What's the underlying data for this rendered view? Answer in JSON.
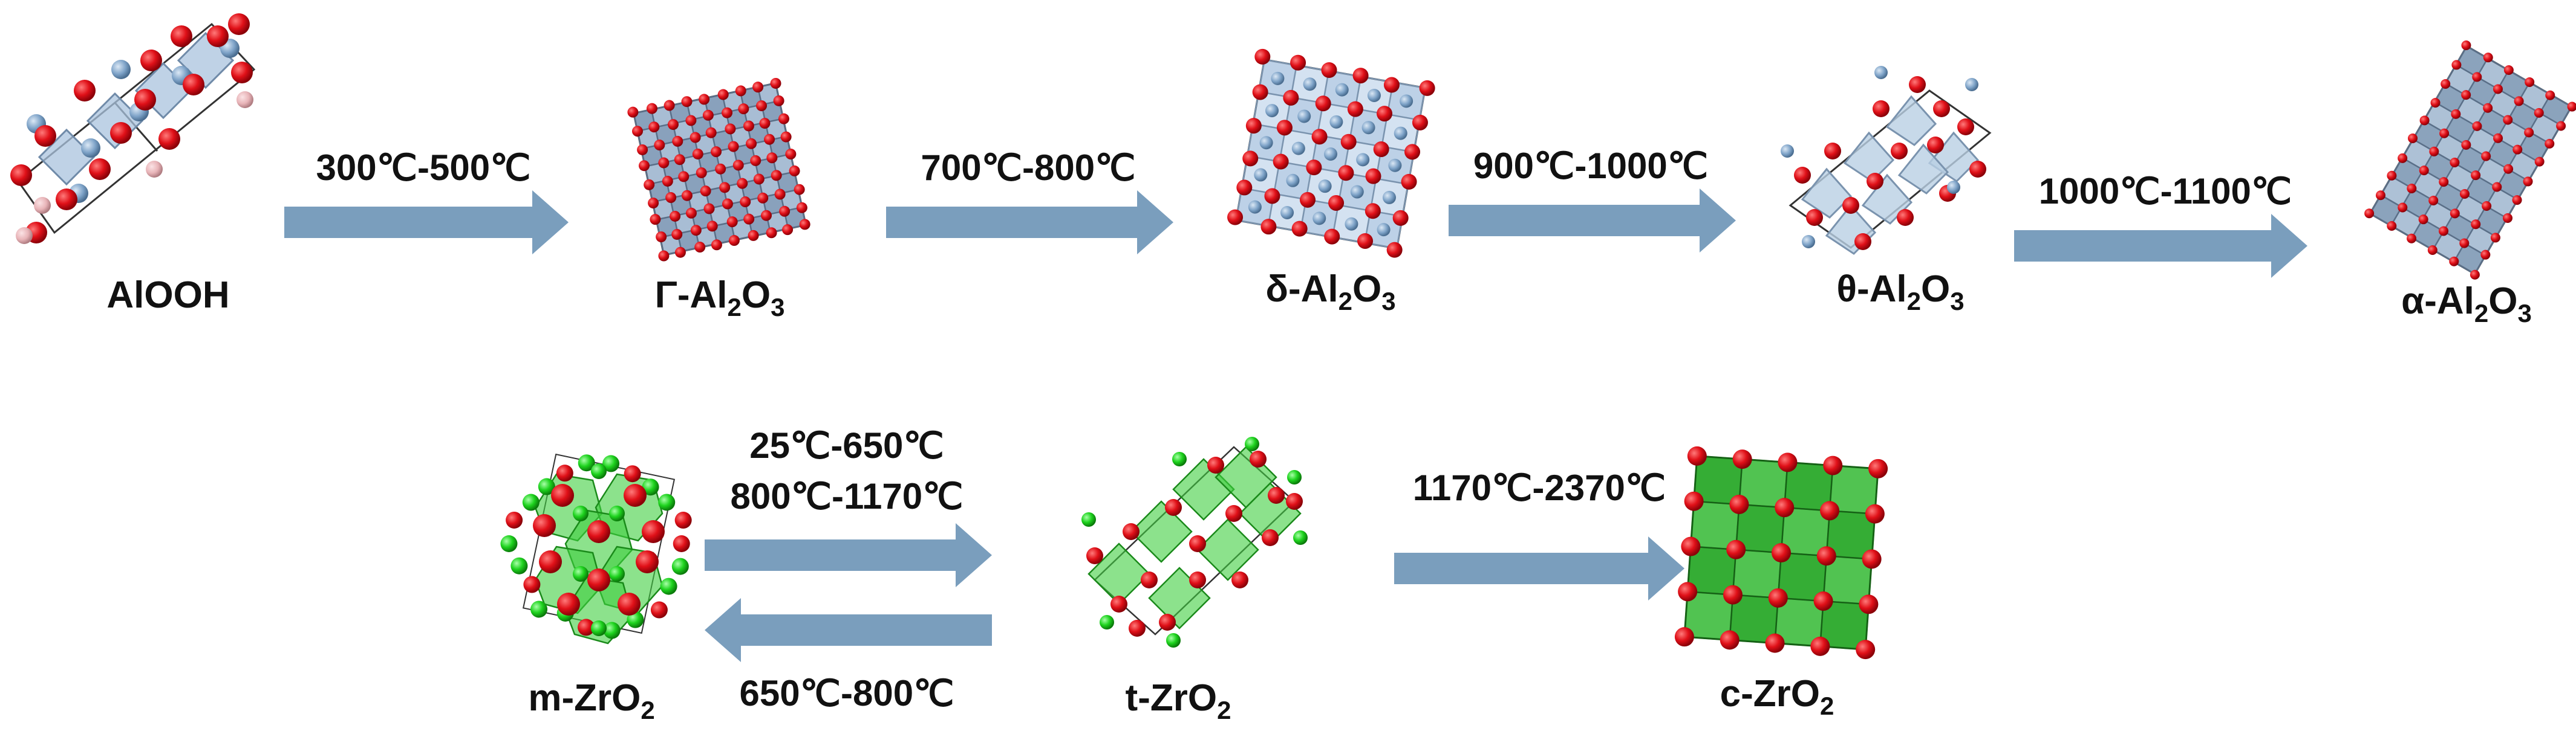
{
  "colors": {
    "arrow": "#7a9ebd",
    "oxygen": "#d81018",
    "aluminum": "#7ea3c8",
    "al_polyhedra": "#b9cfe4",
    "zirconium": "#22cc22",
    "zr_polyhedra": "#3fbf3f",
    "hydrogen": "#e8b4b8",
    "text": "#111111"
  },
  "row1": {
    "phases": [
      {
        "prefix": "AlOOH",
        "sub1": "",
        "mid": "",
        "sub2": ""
      },
      {
        "prefix": "Γ-Al",
        "sub1": "2",
        "mid": "O",
        "sub2": "3"
      },
      {
        "prefix": "δ-Al",
        "sub1": "2",
        "mid": "O",
        "sub2": "3"
      },
      {
        "prefix": "θ-Al",
        "sub1": "2",
        "mid": "O",
        "sub2": "3"
      },
      {
        "prefix": "α-Al",
        "sub1": "2",
        "mid": "O",
        "sub2": "3"
      }
    ],
    "transitions": [
      "300℃-500℃",
      "700℃-800℃",
      "900℃-1000℃",
      "1000℃-1100℃"
    ]
  },
  "row2": {
    "phases": [
      {
        "prefix": "m-ZrO",
        "sub1": "2"
      },
      {
        "prefix": "t-ZrO",
        "sub1": "2"
      },
      {
        "prefix": "c-ZrO",
        "sub1": "2"
      }
    ],
    "forward_transition_1": "25℃-650℃",
    "forward_transition_2": "800℃-1170℃",
    "reverse_transition": "650℃-800℃",
    "cubic_transition": "1170℃-2370℃"
  }
}
